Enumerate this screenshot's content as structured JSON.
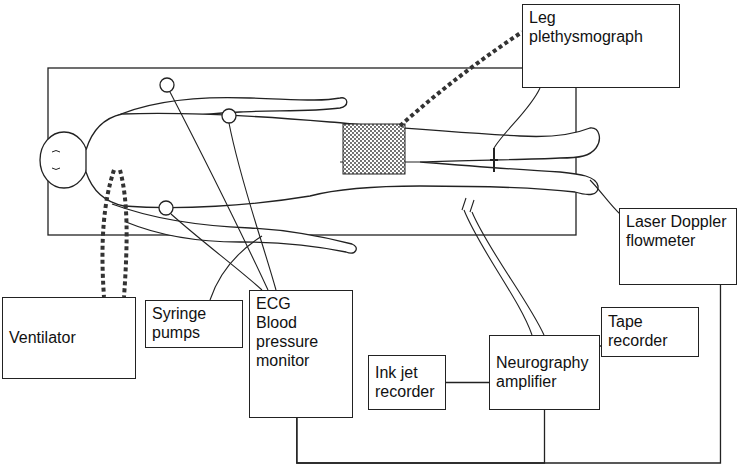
{
  "diagram": {
    "nodes": [
      {
        "text": [
          "Leg plethysmograph"
        ]
      },
      {
        "text": [
          "Ventilator"
        ]
      },
      {
        "text": [
          "Syringe pumps"
        ]
      },
      {
        "text": [
          "ECG",
          "Blood pressure monitor"
        ]
      },
      {
        "text": [
          "Ink jet recorder"
        ]
      },
      {
        "text": [
          "Neurography amplifier"
        ]
      },
      {
        "text": [
          "Tape recorder"
        ]
      },
      {
        "text": [
          "Laser Doppler flowmeter"
        ]
      }
    ],
    "edges": [
      {
        "from": 5,
        "to": 4,
        "arrow": "none"
      },
      {
        "from": 5,
        "to": 6,
        "arrow": "none"
      },
      {
        "from": 3,
        "to": 5,
        "arrow": "none"
      },
      {
        "from": 3,
        "to": 7,
        "arrow": "none"
      }
    ]
  }
}
